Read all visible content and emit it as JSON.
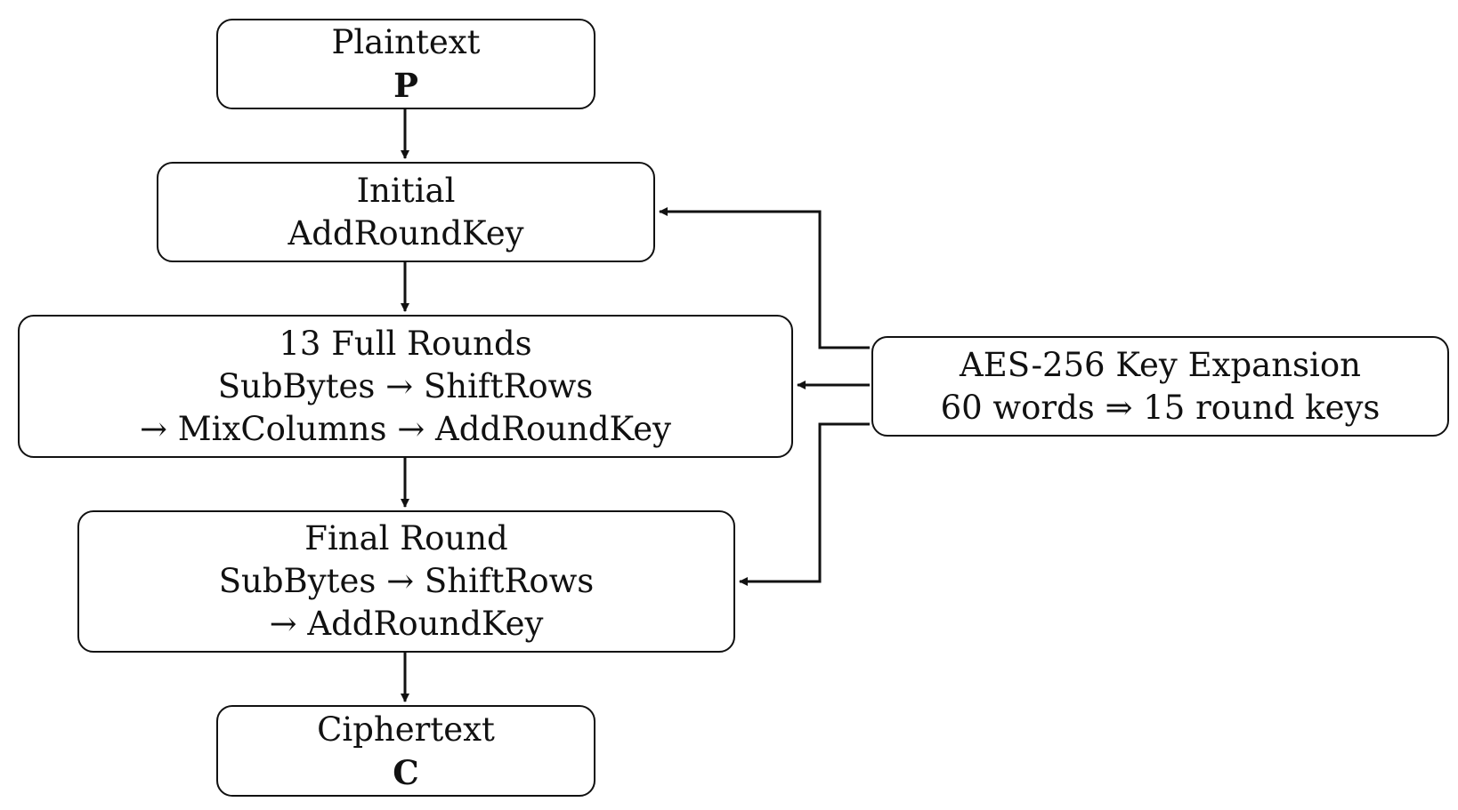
{
  "nodes": {
    "plaintext": {
      "title": "Plaintext",
      "symbol": "P"
    },
    "initial": {
      "line1": "Initial",
      "line2": "AddRoundKey"
    },
    "full_rounds": {
      "line1": "13 Full Rounds",
      "line2": "SubBytes → ShiftRows",
      "line3": "→ MixColumns → AddRoundKey"
    },
    "final_round": {
      "line1": "Final Round",
      "line2": "SubBytes → ShiftRows",
      "line3": "→ AddRoundKey"
    },
    "ciphertext": {
      "title": "Ciphertext",
      "symbol": "C"
    },
    "key_expansion": {
      "line1": "AES-256 Key Expansion",
      "line2": "60 words ⇒ 15 round keys"
    }
  },
  "edges": [
    {
      "from": "plaintext",
      "to": "initial"
    },
    {
      "from": "initial",
      "to": "full_rounds"
    },
    {
      "from": "full_rounds",
      "to": "final_round"
    },
    {
      "from": "final_round",
      "to": "ciphertext"
    },
    {
      "from": "key_expansion",
      "to": "initial"
    },
    {
      "from": "key_expansion",
      "to": "full_rounds"
    },
    {
      "from": "key_expansion",
      "to": "final_round"
    }
  ],
  "colors": {
    "stroke": "#111111",
    "fill": "#ffffff"
  }
}
